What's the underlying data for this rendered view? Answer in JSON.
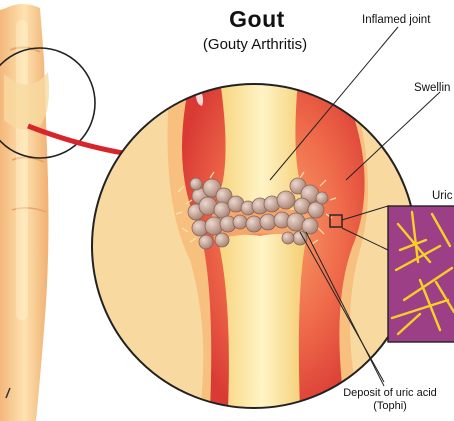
{
  "title": "Gout",
  "subtitle": "(Gouty Arthritis)",
  "labels": {
    "inflamed_joint": "Inflamed joint",
    "swelling": "Swellin",
    "uric": "Uric",
    "deposit_line1": "Deposit of uric acid",
    "deposit_line2": "(Tophi)"
  },
  "colors": {
    "skin": "#f6c98a",
    "bone": "#fde9a8",
    "inflammation": "#e8463c",
    "tophi": "#c9a89a",
    "crystal_bg": "#9c3f86",
    "crystal": "#f5d128",
    "arrow": "#d8242b"
  }
}
